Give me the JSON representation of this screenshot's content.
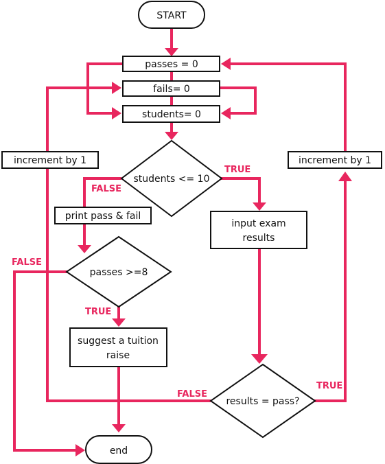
{
  "diagram": {
    "colors": {
      "arrow": "#e8265e",
      "stroke": "#111111",
      "fill": "#ffffff"
    },
    "nodes": {
      "start": "START",
      "passes_init": "passes = 0",
      "fails_init": "fails= 0",
      "students_init": "students= 0",
      "students_check": "students <= 10",
      "print_results": "print pass & fail",
      "passes_check": "passes >=8",
      "suggest_raise_1": "suggest a tuition",
      "suggest_raise_2": "raise",
      "input_results_1": "input exam",
      "input_results_2": "results",
      "result_check": "results = pass?",
      "end": "end",
      "increment_left": "increment by 1",
      "increment_right": "increment by 1"
    },
    "labels": {
      "students_true": "TRUE",
      "students_false": "FALSE",
      "passes_true": "TRUE",
      "passes_false": "FALSE",
      "result_true": "TRUE",
      "result_false": "FALSE"
    }
  }
}
